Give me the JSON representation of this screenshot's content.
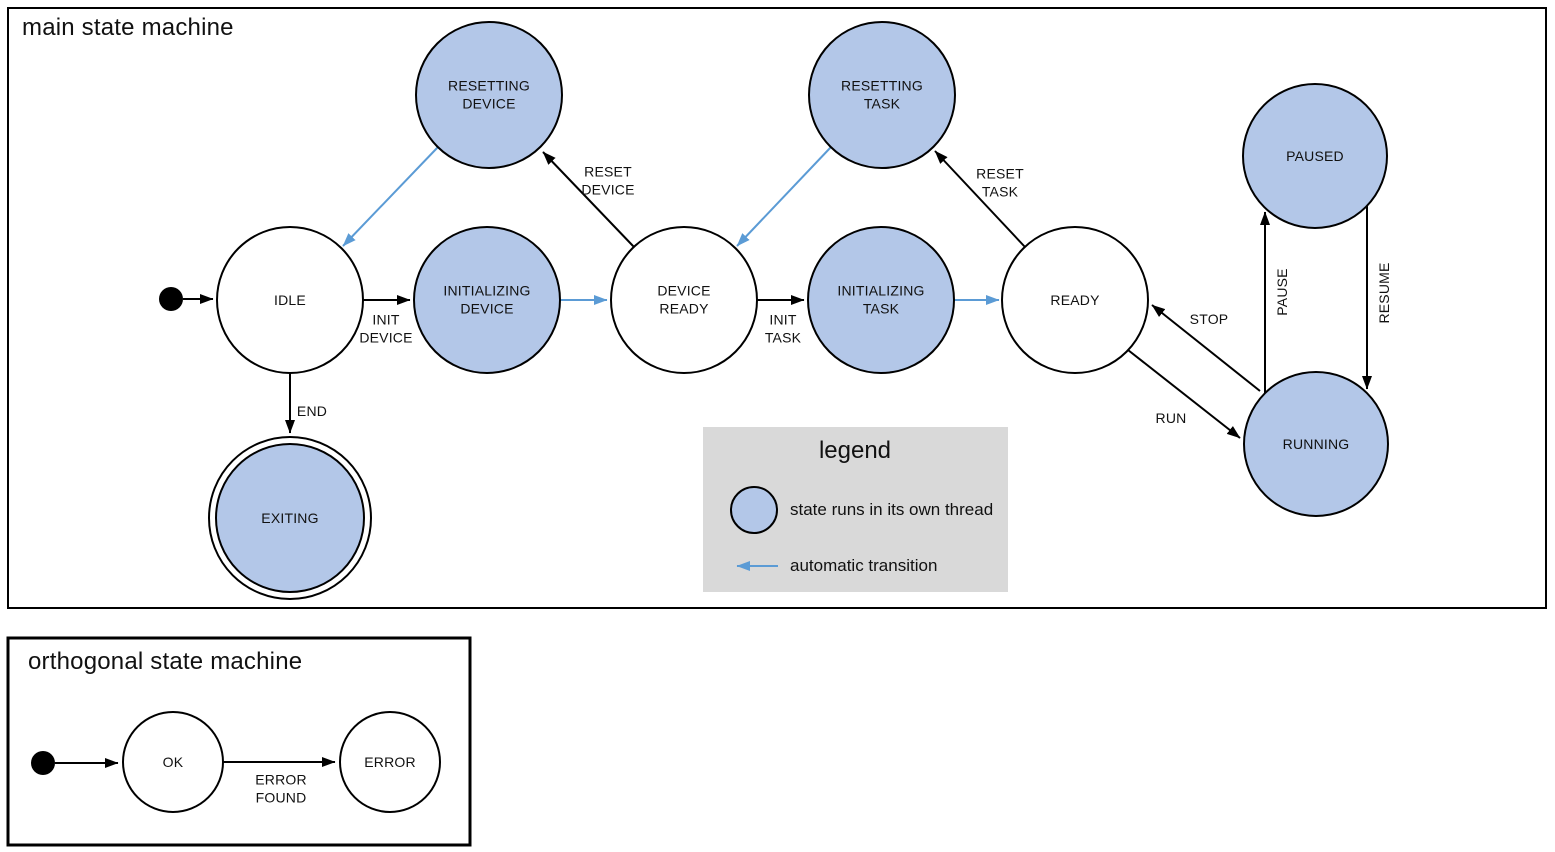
{
  "colors": {
    "thread_state_fill": "#b3c7e8",
    "auto_transition_blue": "#5b9bd5",
    "legend_background": "#d9d9d9",
    "diagram_stroke": "#000000"
  },
  "main": {
    "title": "main state machine",
    "states": {
      "resetting_device": "RESETTING\nDEVICE",
      "resetting_task": "RESETTING\nTASK",
      "paused": "PAUSED",
      "idle": "IDLE",
      "initializing_device": "INITIALIZING\nDEVICE",
      "device_ready": "DEVICE\nREADY",
      "initializing_task": "INITIALIZING\nTASK",
      "ready": "READY",
      "running": "RUNNING",
      "exiting": "EXITING"
    },
    "transitions": {
      "init_device": "INIT\nDEVICE",
      "init_task": "INIT\nTASK",
      "reset_device": "RESET\nDEVICE",
      "reset_task": "RESET\nTASK",
      "end": "END",
      "run": "RUN",
      "stop": "STOP",
      "pause": "PAUSE",
      "resume": "RESUME"
    },
    "legend": {
      "title": "legend",
      "thread_state_label": "state runs in its own thread",
      "auto_transition_label": "automatic transition"
    }
  },
  "orthogonal": {
    "title": "orthogonal state machine",
    "states": {
      "ok": "OK",
      "error": "ERROR"
    },
    "transitions": {
      "error_found": "ERROR\nFOUND"
    }
  }
}
